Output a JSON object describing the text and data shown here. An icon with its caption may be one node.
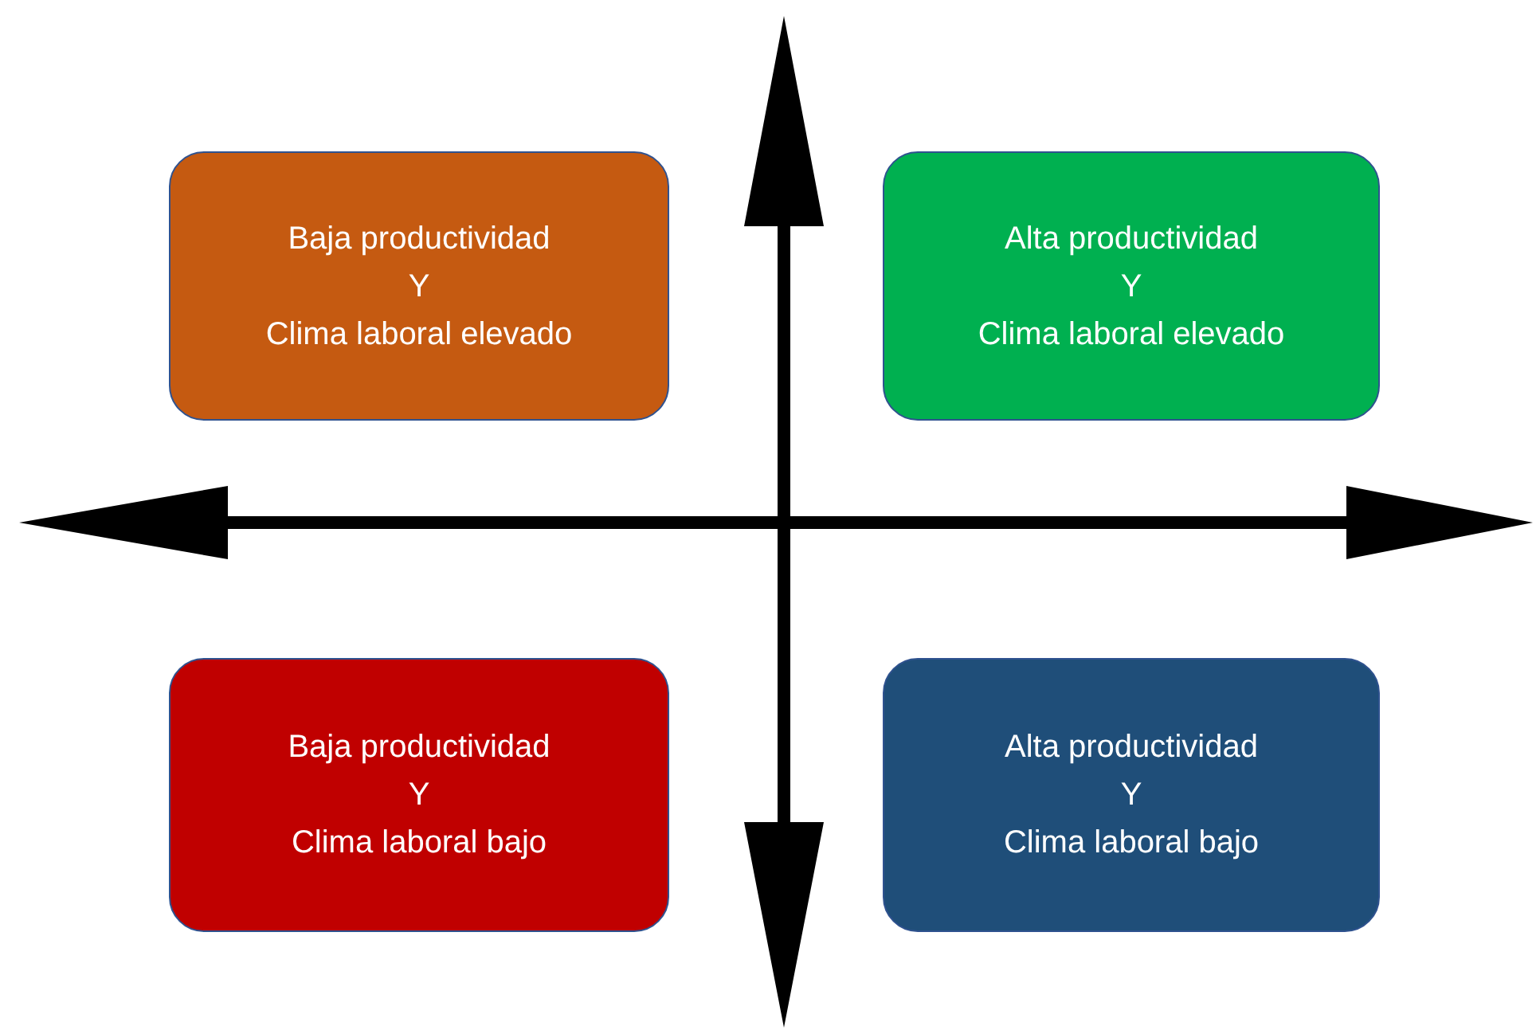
{
  "diagram": {
    "nodes": [
      {
        "text": [
          "Baja productividad",
          "Y",
          "Clima laboral elevado"
        ]
      },
      {
        "text": [
          "Alta productividad",
          "Y",
          "Clima laboral elevado"
        ]
      },
      {
        "text": [
          "Baja productividad",
          "Y",
          "Clima laboral bajo"
        ]
      },
      {
        "text": [
          "Alta productividad",
          "Y",
          "Clima laboral bajo"
        ]
      }
    ]
  }
}
